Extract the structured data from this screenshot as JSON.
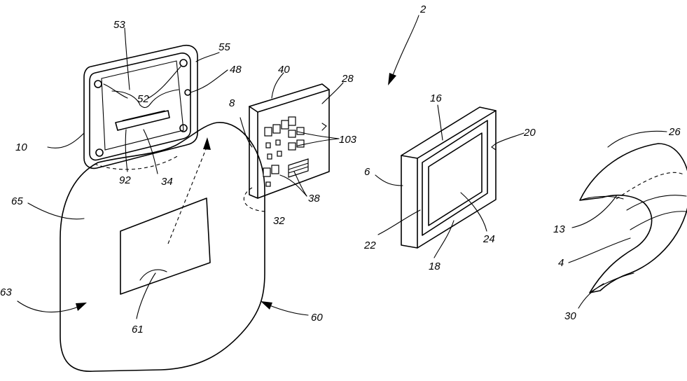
{
  "labels": {
    "l2": "2",
    "l4": "4",
    "l6": "6",
    "l8": "8",
    "l10": "10",
    "l13": "13",
    "l16": "16",
    "l18": "18",
    "l20": "20",
    "l22": "22",
    "l24": "24",
    "l26": "26",
    "l28": "28",
    "l30": "30",
    "l32": "32",
    "l34": "34",
    "l38": "38",
    "l40": "40",
    "l48": "48",
    "l52": "52",
    "l53": "53",
    "l55": "55",
    "l60": "60",
    "l61": "61",
    "l63": "63",
    "l65": "65",
    "l92": "92",
    "l103": "103"
  }
}
